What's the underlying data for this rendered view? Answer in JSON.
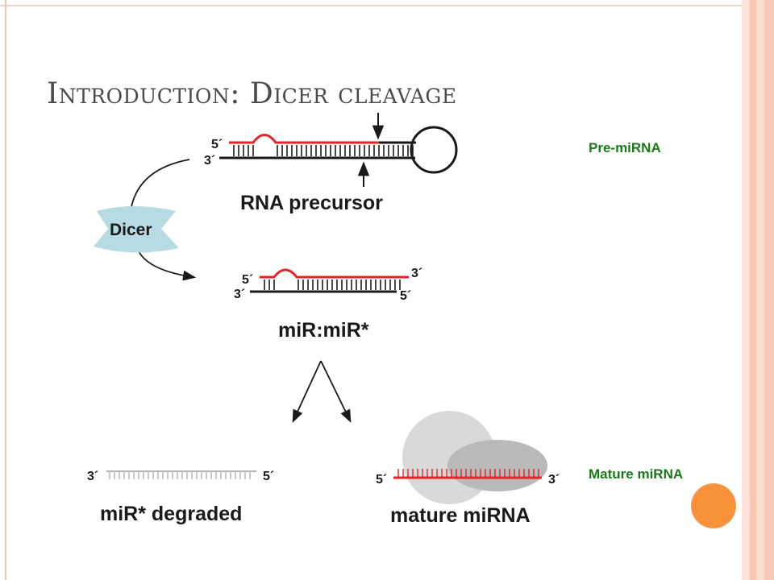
{
  "slide": {
    "title": "Introduction: Dicer cleavage",
    "side_labels": {
      "pre_mirna": "Pre-miRNA",
      "mature_mirna": "Mature miRNA"
    }
  },
  "diagram": {
    "precursor_label": "RNA precursor",
    "enzyme_label": "Dicer",
    "duplex_label": "miR:miR*",
    "degraded_label": "miR* degraded",
    "mature_label": "mature miRNA",
    "end_5": "5´",
    "end_3": "3´"
  },
  "colors": {
    "strand_red": "#e0262b",
    "strand_black": "#1a1a1a",
    "dicer_fill": "#b6dbe3",
    "protein_light": "#d9d9d9",
    "protein_dark": "#b9b9b9",
    "label_green": "#1a7a1a",
    "orange_dot": "#f7923a",
    "border_stripe": "#f7c9b8"
  },
  "icons": {
    "decor": "orange-circle",
    "enzyme": "dicer-pacman-shape",
    "complex": "risc-protein-blobs"
  }
}
